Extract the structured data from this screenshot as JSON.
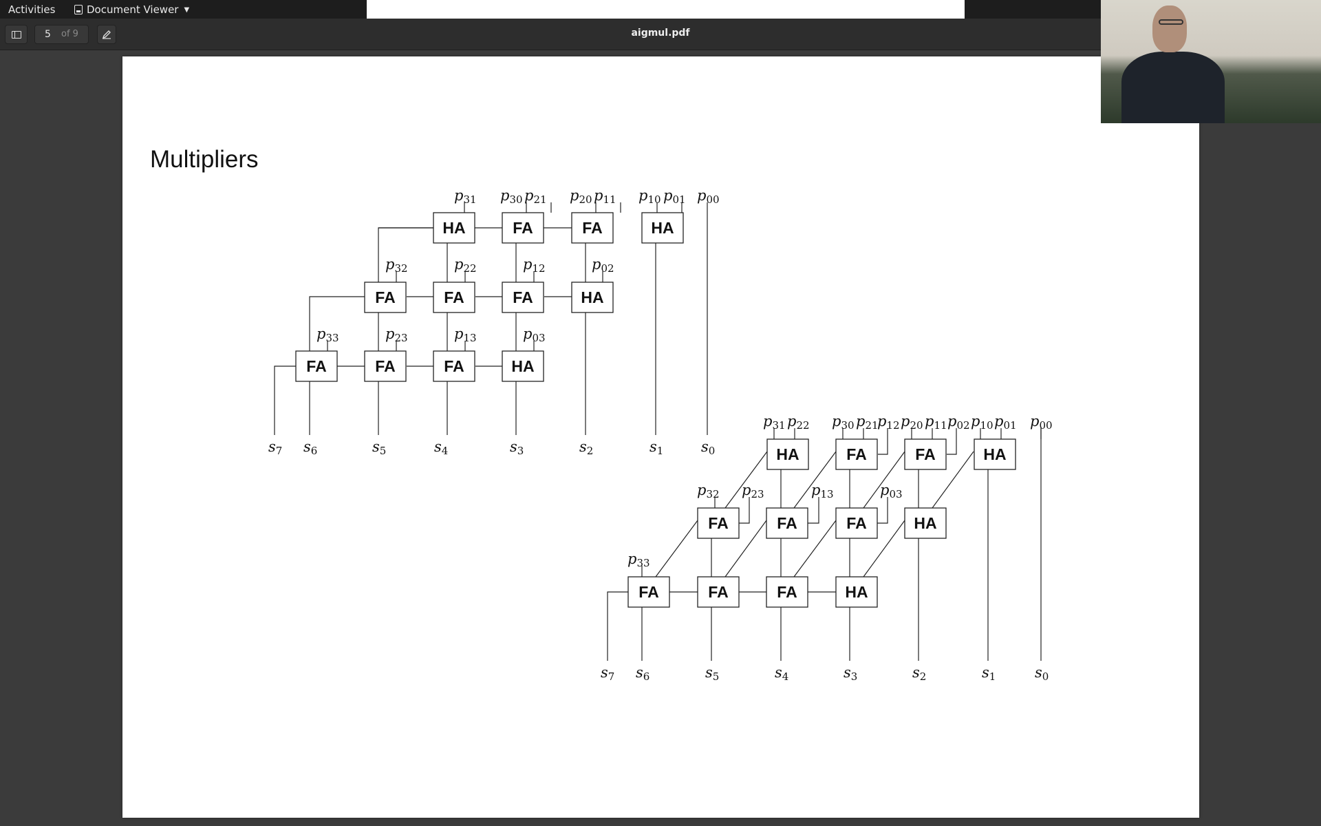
{
  "topbar": {
    "activities": "Activities",
    "app_name": "Document Viewer",
    "app_icon": "document-viewer-icon",
    "menu_icon": "chevron-down-icon"
  },
  "header": {
    "sidebar_icon": "sidebar-toggle-icon",
    "page_current": "5",
    "page_total": "of 9",
    "annotate_icon": "pencil-icon",
    "title": "aigmul.pdf"
  },
  "slide": {
    "title": "Multipliers",
    "adder_labels": {
      "ha": "HA",
      "fa": "FA"
    },
    "p": [
      "p",
      "p",
      "p",
      "p",
      "p",
      "p",
      "p",
      "p",
      "p",
      "p",
      "p",
      "p",
      "p",
      "p",
      "p",
      "p"
    ],
    "s": [
      "s",
      "s",
      "s",
      "s",
      "s",
      "s",
      "s",
      "s"
    ],
    "top_diagram": {
      "row1_inputs": [
        "31",
        "30",
        "21",
        "20",
        "11",
        "10",
        "01",
        "00"
      ],
      "row2_inputs": [
        "32",
        "22",
        "12",
        "02"
      ],
      "row3_inputs": [
        "33",
        "23",
        "13",
        "03"
      ],
      "row1_cells": [
        "HA",
        "FA",
        "FA",
        "HA"
      ],
      "row2_cells": [
        "FA",
        "FA",
        "FA",
        "HA"
      ],
      "row3_cells": [
        "FA",
        "FA",
        "FA",
        "HA"
      ],
      "outputs": [
        "7",
        "6",
        "5",
        "4",
        "3",
        "2",
        "1",
        "0"
      ]
    },
    "bottom_diagram": {
      "row1_inputs": [
        "31",
        "22",
        "30",
        "21",
        "12",
        "20",
        "11",
        "02",
        "10",
        "01",
        "00"
      ],
      "row2_inputs": [
        "32",
        "23",
        "13",
        "03"
      ],
      "row3_inputs": [
        "33"
      ],
      "row1_cells": [
        "HA",
        "FA",
        "FA",
        "HA"
      ],
      "row2_cells": [
        "FA",
        "FA",
        "FA",
        "HA"
      ],
      "row3_cells": [
        "FA",
        "FA",
        "FA",
        "HA"
      ],
      "outputs": [
        "7",
        "6",
        "5",
        "4",
        "3",
        "2",
        "1",
        "0"
      ]
    }
  },
  "colors": {
    "topbar_bg": "#1d1d1d",
    "header_bg": "#2d2d2d",
    "canvas_bg": "#3b3b3b",
    "page_bg": "#ffffff"
  }
}
